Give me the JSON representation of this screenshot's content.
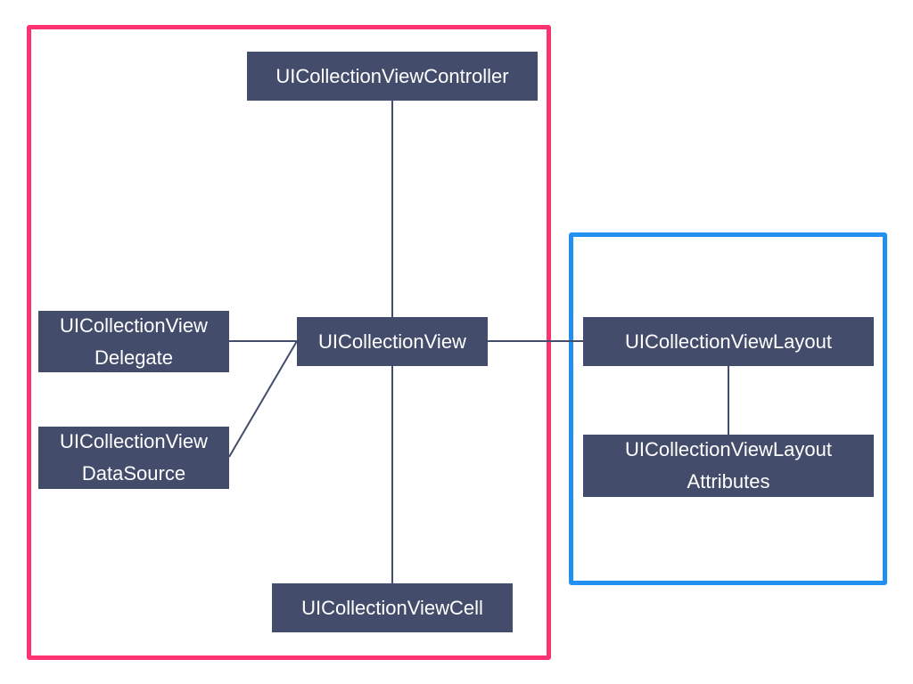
{
  "nodes": {
    "controller": {
      "lines": [
        "UICollectionViewController"
      ]
    },
    "delegate": {
      "lines": [
        "UICollectionView",
        "Delegate"
      ]
    },
    "datasource": {
      "lines": [
        "UICollectionView",
        "DataSource"
      ]
    },
    "collection_view": {
      "lines": [
        "UICollectionView"
      ]
    },
    "cell": {
      "lines": [
        "UICollectionViewCell"
      ]
    },
    "layout": {
      "lines": [
        "UICollectionViewLayout"
      ]
    },
    "layout_attributes": {
      "lines": [
        "UICollectionViewLayout",
        "Attributes"
      ]
    }
  },
  "colors": {
    "node_fill": "#434c6a",
    "node_text": "#ffffff",
    "connector": "#434c6a",
    "left_group_border": "#fc3271",
    "right_group_border": "#2190f1"
  }
}
